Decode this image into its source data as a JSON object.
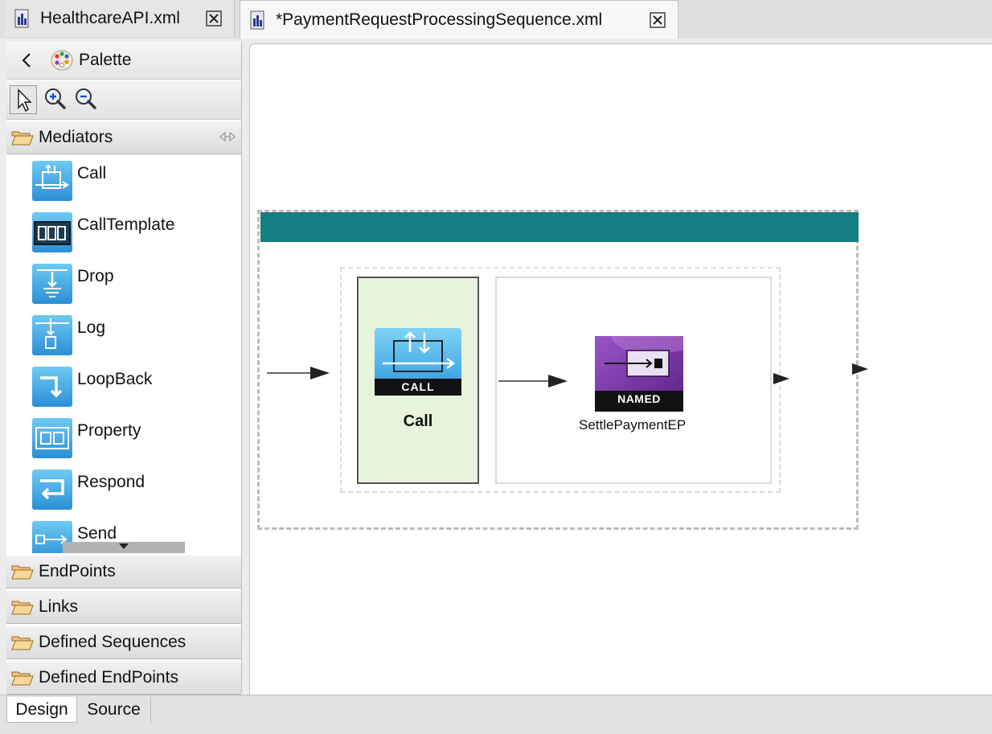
{
  "editor_tabs": [
    {
      "label": "HealthcareAPI.xml",
      "icon": "xml-file-icon",
      "active": false
    },
    {
      "label": "*PaymentRequestProcessingSequence.xml",
      "icon": "xml-file-icon",
      "active": true
    }
  ],
  "palette": {
    "title": "Palette",
    "drawers": {
      "mediators": "Mediators",
      "endpoints": "EndPoints",
      "links": "Links",
      "defined_sequences": "Defined Sequences",
      "defined_endpoints": "Defined EndPoints"
    },
    "mediators": [
      {
        "label": "Call",
        "icon": "call-mediator-icon"
      },
      {
        "label": "CallTemplate",
        "icon": "calltemplate-mediator-icon"
      },
      {
        "label": "Drop",
        "icon": "drop-mediator-icon"
      },
      {
        "label": "Log",
        "icon": "log-mediator-icon"
      },
      {
        "label": "LoopBack",
        "icon": "loopback-mediator-icon"
      },
      {
        "label": "Property",
        "icon": "property-mediator-icon"
      },
      {
        "label": "Respond",
        "icon": "respond-mediator-icon"
      },
      {
        "label": "Send",
        "icon": "send-mediator-icon"
      }
    ]
  },
  "canvas": {
    "call_node": {
      "badge": "CALL",
      "label": "Call"
    },
    "endpoint_node": {
      "badge": "NAMED",
      "label": "SettlePaymentEP"
    }
  },
  "bottom_tabs": {
    "design": "Design",
    "source": "Source"
  },
  "colors": {
    "sequence_header": "#167d82",
    "call_box_fill": "#e8f3dc",
    "mediator_blue": "#2f9fe0",
    "named_purple": "#6b2a9a"
  }
}
